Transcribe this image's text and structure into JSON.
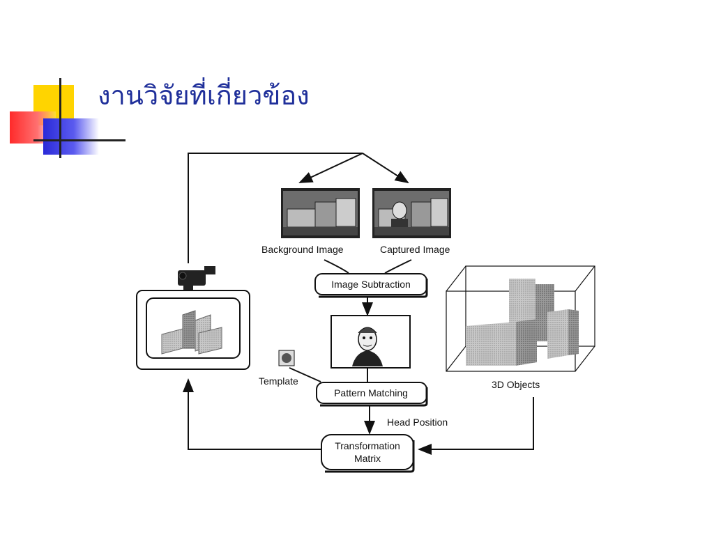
{
  "slide": {
    "title": "งานวิจัยที่เกี่ยวข้อง"
  },
  "diagram": {
    "background_image_label": "Background Image",
    "captured_image_label": "Captured Image",
    "image_subtraction_label": "Image Subtraction",
    "template_label": "Template",
    "pattern_matching_label": "Pattern Matching",
    "head_position_label": "Head Position",
    "transformation_line1": "Transformation",
    "transformation_line2": "Matrix",
    "objects_label": "3D Objects"
  },
  "colors": {
    "title": "#1f2f9a",
    "accent_yellow": "#ffd400",
    "accent_red": "#ff3a3a",
    "accent_blue": "#3b3be0"
  }
}
